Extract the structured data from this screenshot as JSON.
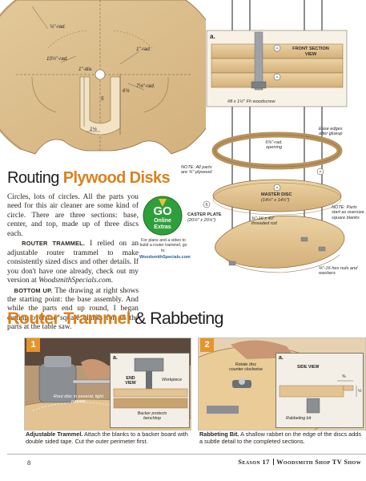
{
  "disk_drawing": {
    "dims": [
      "¼\"-rad.",
      "10½\"-rad.",
      "1\"-rad.",
      "1\"-dia.",
      "5",
      "6¾",
      "7⅛\"-rad.",
      "1⅛"
    ]
  },
  "assembly_drawing": {
    "inset_tag": "a.",
    "front_section_view": "FRONT SECTION VIEW",
    "woodscrew": "#8 x 1½\" Fh woodscrew",
    "ease_edges": "Ease edges after glueup",
    "opening": "6⅞\"-rad. opening",
    "plywood_note": "NOTE: All parts are ¾\" plywood",
    "master_disc": "MASTER DISC",
    "master_disc_size": "(14½\" x 14½\")",
    "caster_plate": "CASTER PLATE",
    "caster_plate_size": "(20¼\" x 20¼\")",
    "oversize_note": "NOTE: Parts start as oversize square blanks",
    "threaded_rod": "⅜\"-16 x 40\" threaded rod",
    "hex_nuts": "⅜\"-16 hex nuts and washers",
    "part_letters": [
      "A",
      "A",
      "A",
      "B",
      "A"
    ]
  },
  "article": {
    "title_part1": "Routing ",
    "title_part2": "Plywood Disks",
    "para1": "Circles, lots of circles. All the parts you need for this air cleaner are some kind of circle. There are three sections: base, center, and top, made up of three discs each.",
    "para2_lead": "ROUTER TRAMMEL.",
    "para2": " I relied on an adjustable router trammel to make consistently sized discs and other details. If you don't have one already, check out my version at ",
    "para2_url": "WoodsmithSpecials.com",
    "para2_end": ".",
    "para3_lead": "BOTTOM UP.",
    "para3": " The drawing at right shows the starting point: the base assembly. And while the parts end up round, I began cutting oversize square blanks for all the parts at the table saw."
  },
  "online_extras": {
    "go": "GO",
    "line1": "Online",
    "line2": "Extras",
    "caption": "For plans and a video to build a router trammel, go to:",
    "site": "WoodsmithSpecials.com"
  },
  "section2": {
    "title_part1": "Router Trammel",
    "title_part2": " & Rabbeting"
  },
  "step1": {
    "number": "1",
    "inset_tag": "a.",
    "end_view": "END VIEW",
    "workpiece": "Workpiece",
    "backer": "Backer protects benchtop",
    "rout_disc": "Rout disc in several, light passes",
    "caption_lead": "Adjustable Trammel.",
    "caption": " Attach the blanks to a backer board with double sided tape. Cut the outer perimeter first."
  },
  "step2": {
    "number": "2",
    "inset_tag": "a.",
    "side_view": "SIDE VIEW",
    "dim_a": "⅜",
    "dim_b": "½",
    "rabbeting_bit": "Rabbeting bit",
    "rotate": "Rotate disc counter clockwise",
    "caption_lead": "Rabbeting Bit.",
    "caption": " A shallow rabbet on the edge of the discs adds a subtle detail to the completed sections."
  },
  "footer": {
    "page_number": "8",
    "season": "Season 17",
    "show": "Woodsmith Shop TV Show"
  }
}
